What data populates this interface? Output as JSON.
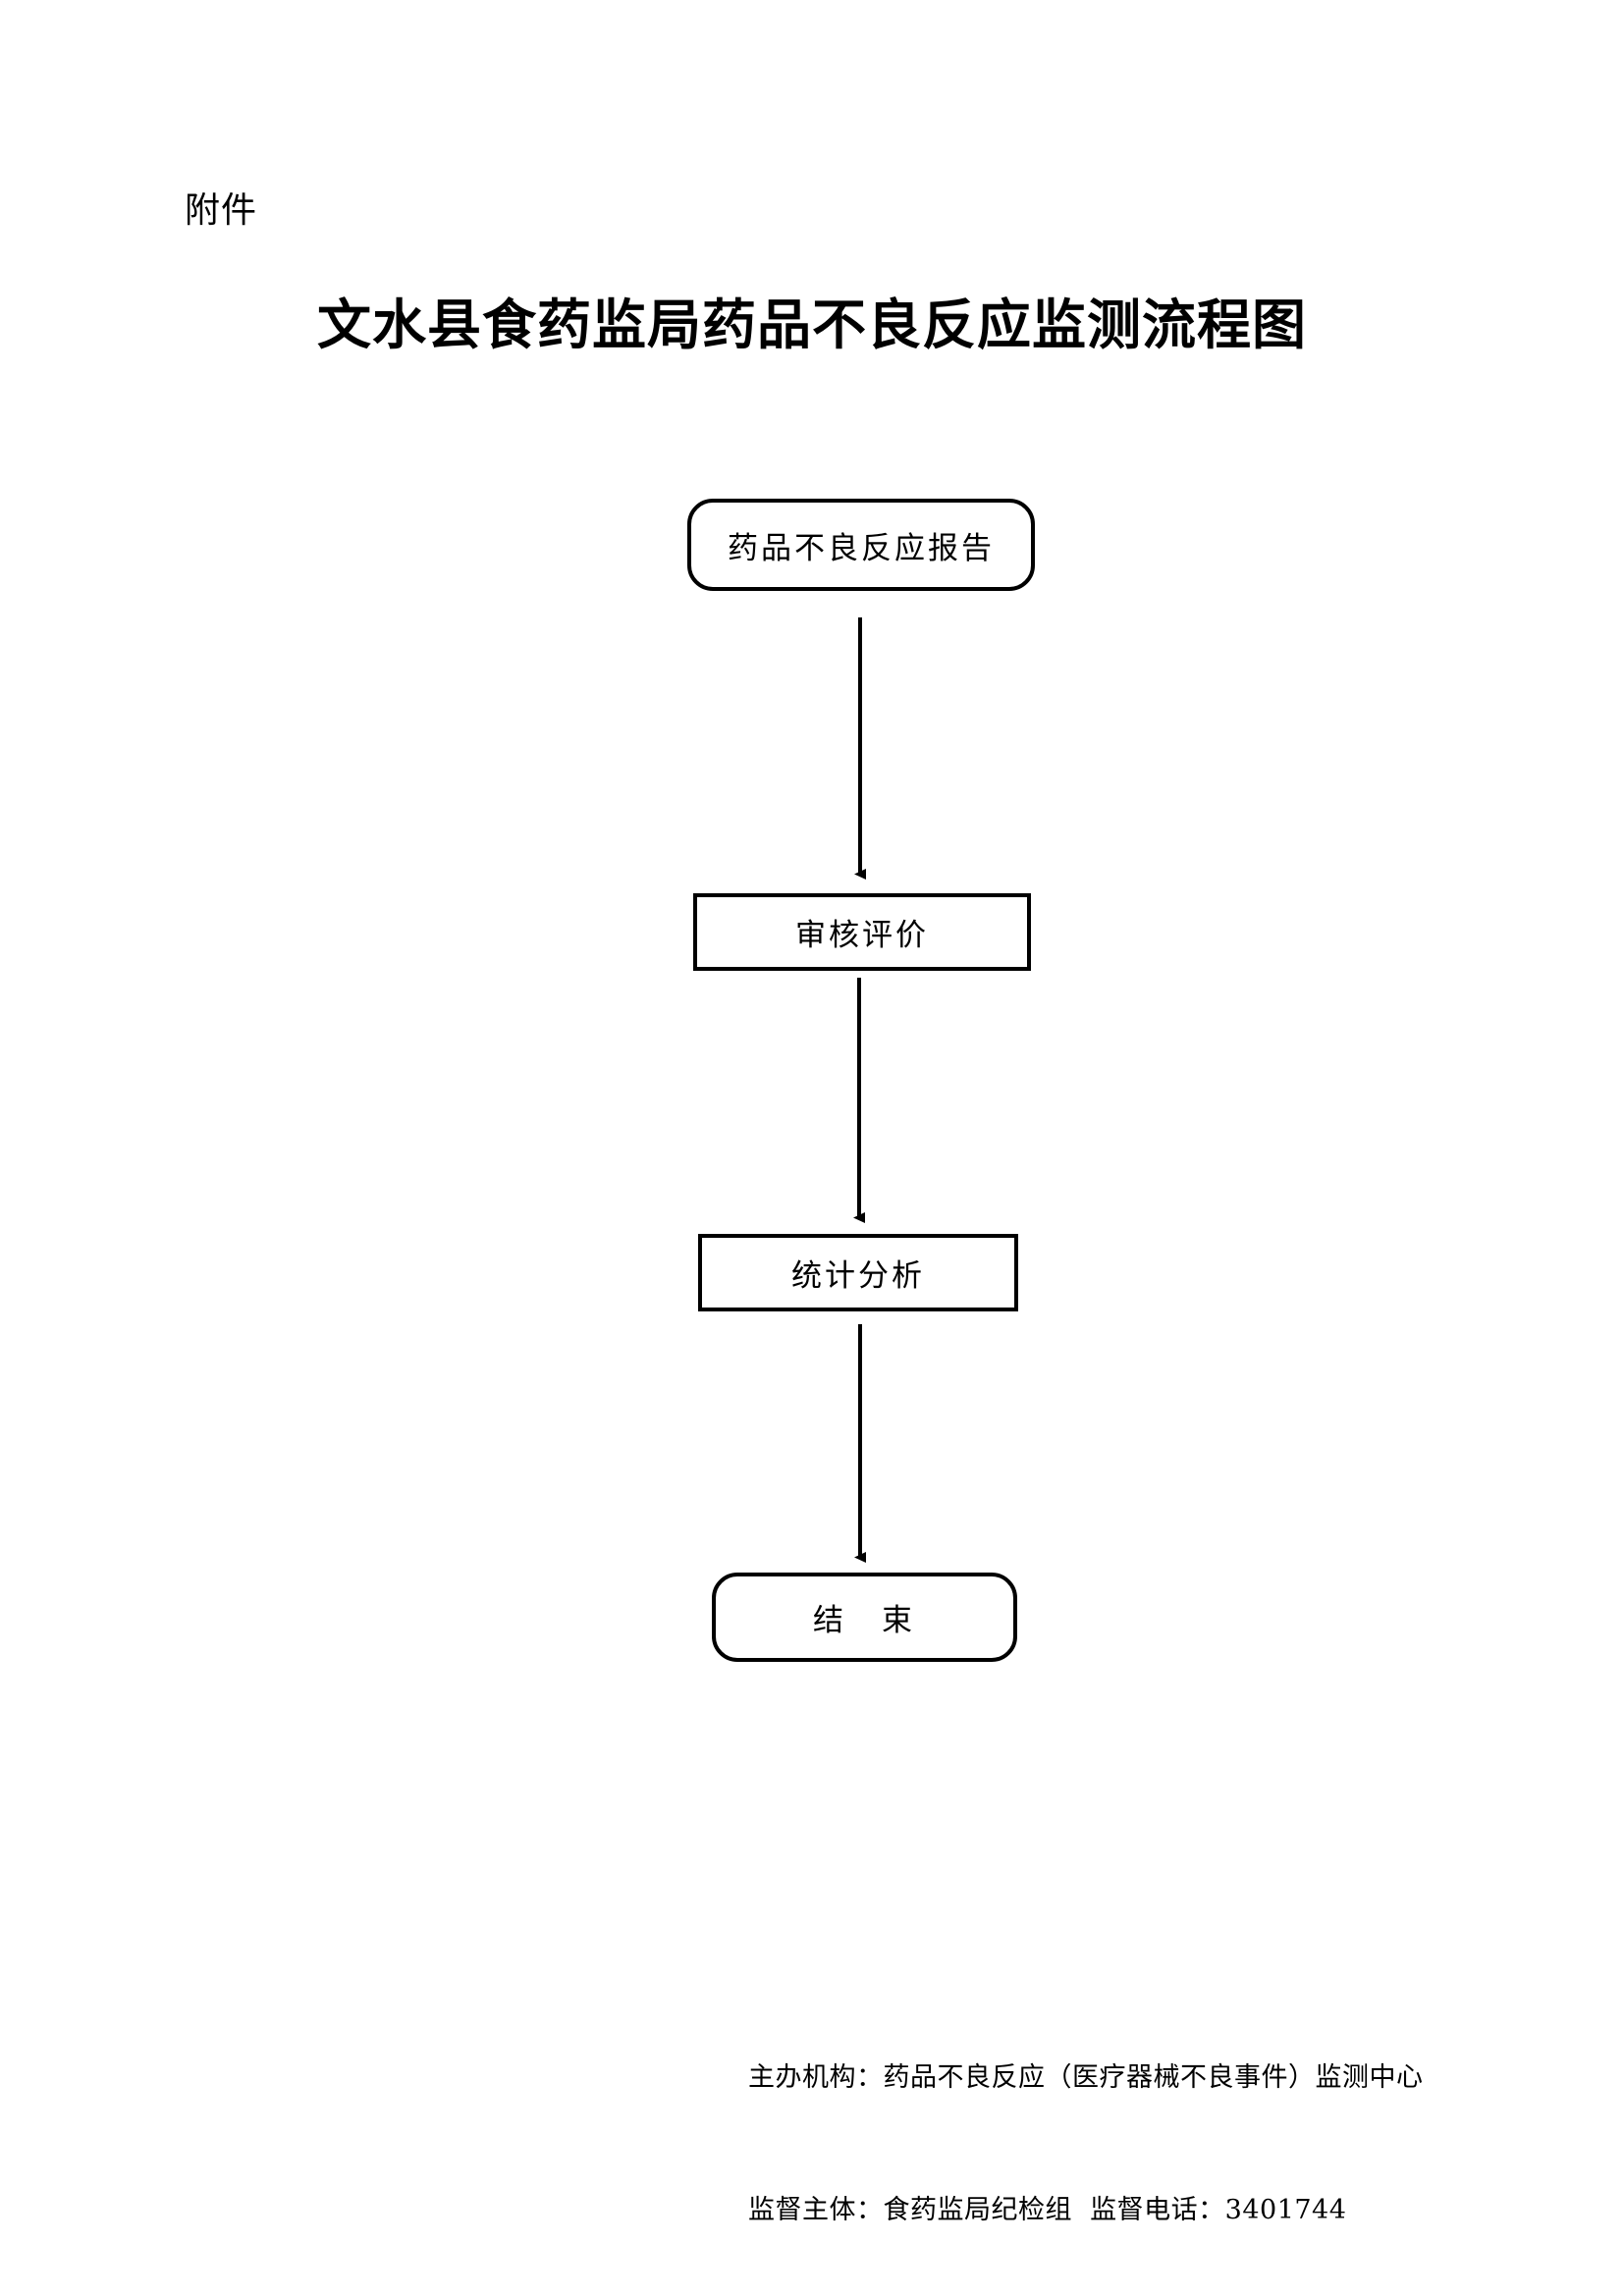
{
  "document": {
    "attachment_label": "附件",
    "title": "文水县食药监局药品不良反应监测流程图"
  },
  "flowchart": {
    "nodes": [
      {
        "id": "start",
        "label": "药品不良反应报告",
        "shape": "rounded-rect"
      },
      {
        "id": "review",
        "label": "审核评价",
        "shape": "rect"
      },
      {
        "id": "stats",
        "label": "统计分析",
        "shape": "rect"
      },
      {
        "id": "end",
        "label": "结　束",
        "shape": "rounded-rect"
      }
    ],
    "edges": [
      {
        "from": "start",
        "to": "review",
        "style": "arrow-down"
      },
      {
        "from": "review",
        "to": "stats",
        "style": "arrow-down"
      },
      {
        "from": "stats",
        "to": "end",
        "style": "arrow-down"
      }
    ]
  },
  "footer": {
    "line1": "主办机构：药品不良反应（医疗器械不良事件）监测中心",
    "line2": "监督主体：食药监局纪检组  监督电话：3401744"
  },
  "colors": {
    "ink": "#000000",
    "paper": "#ffffff"
  }
}
